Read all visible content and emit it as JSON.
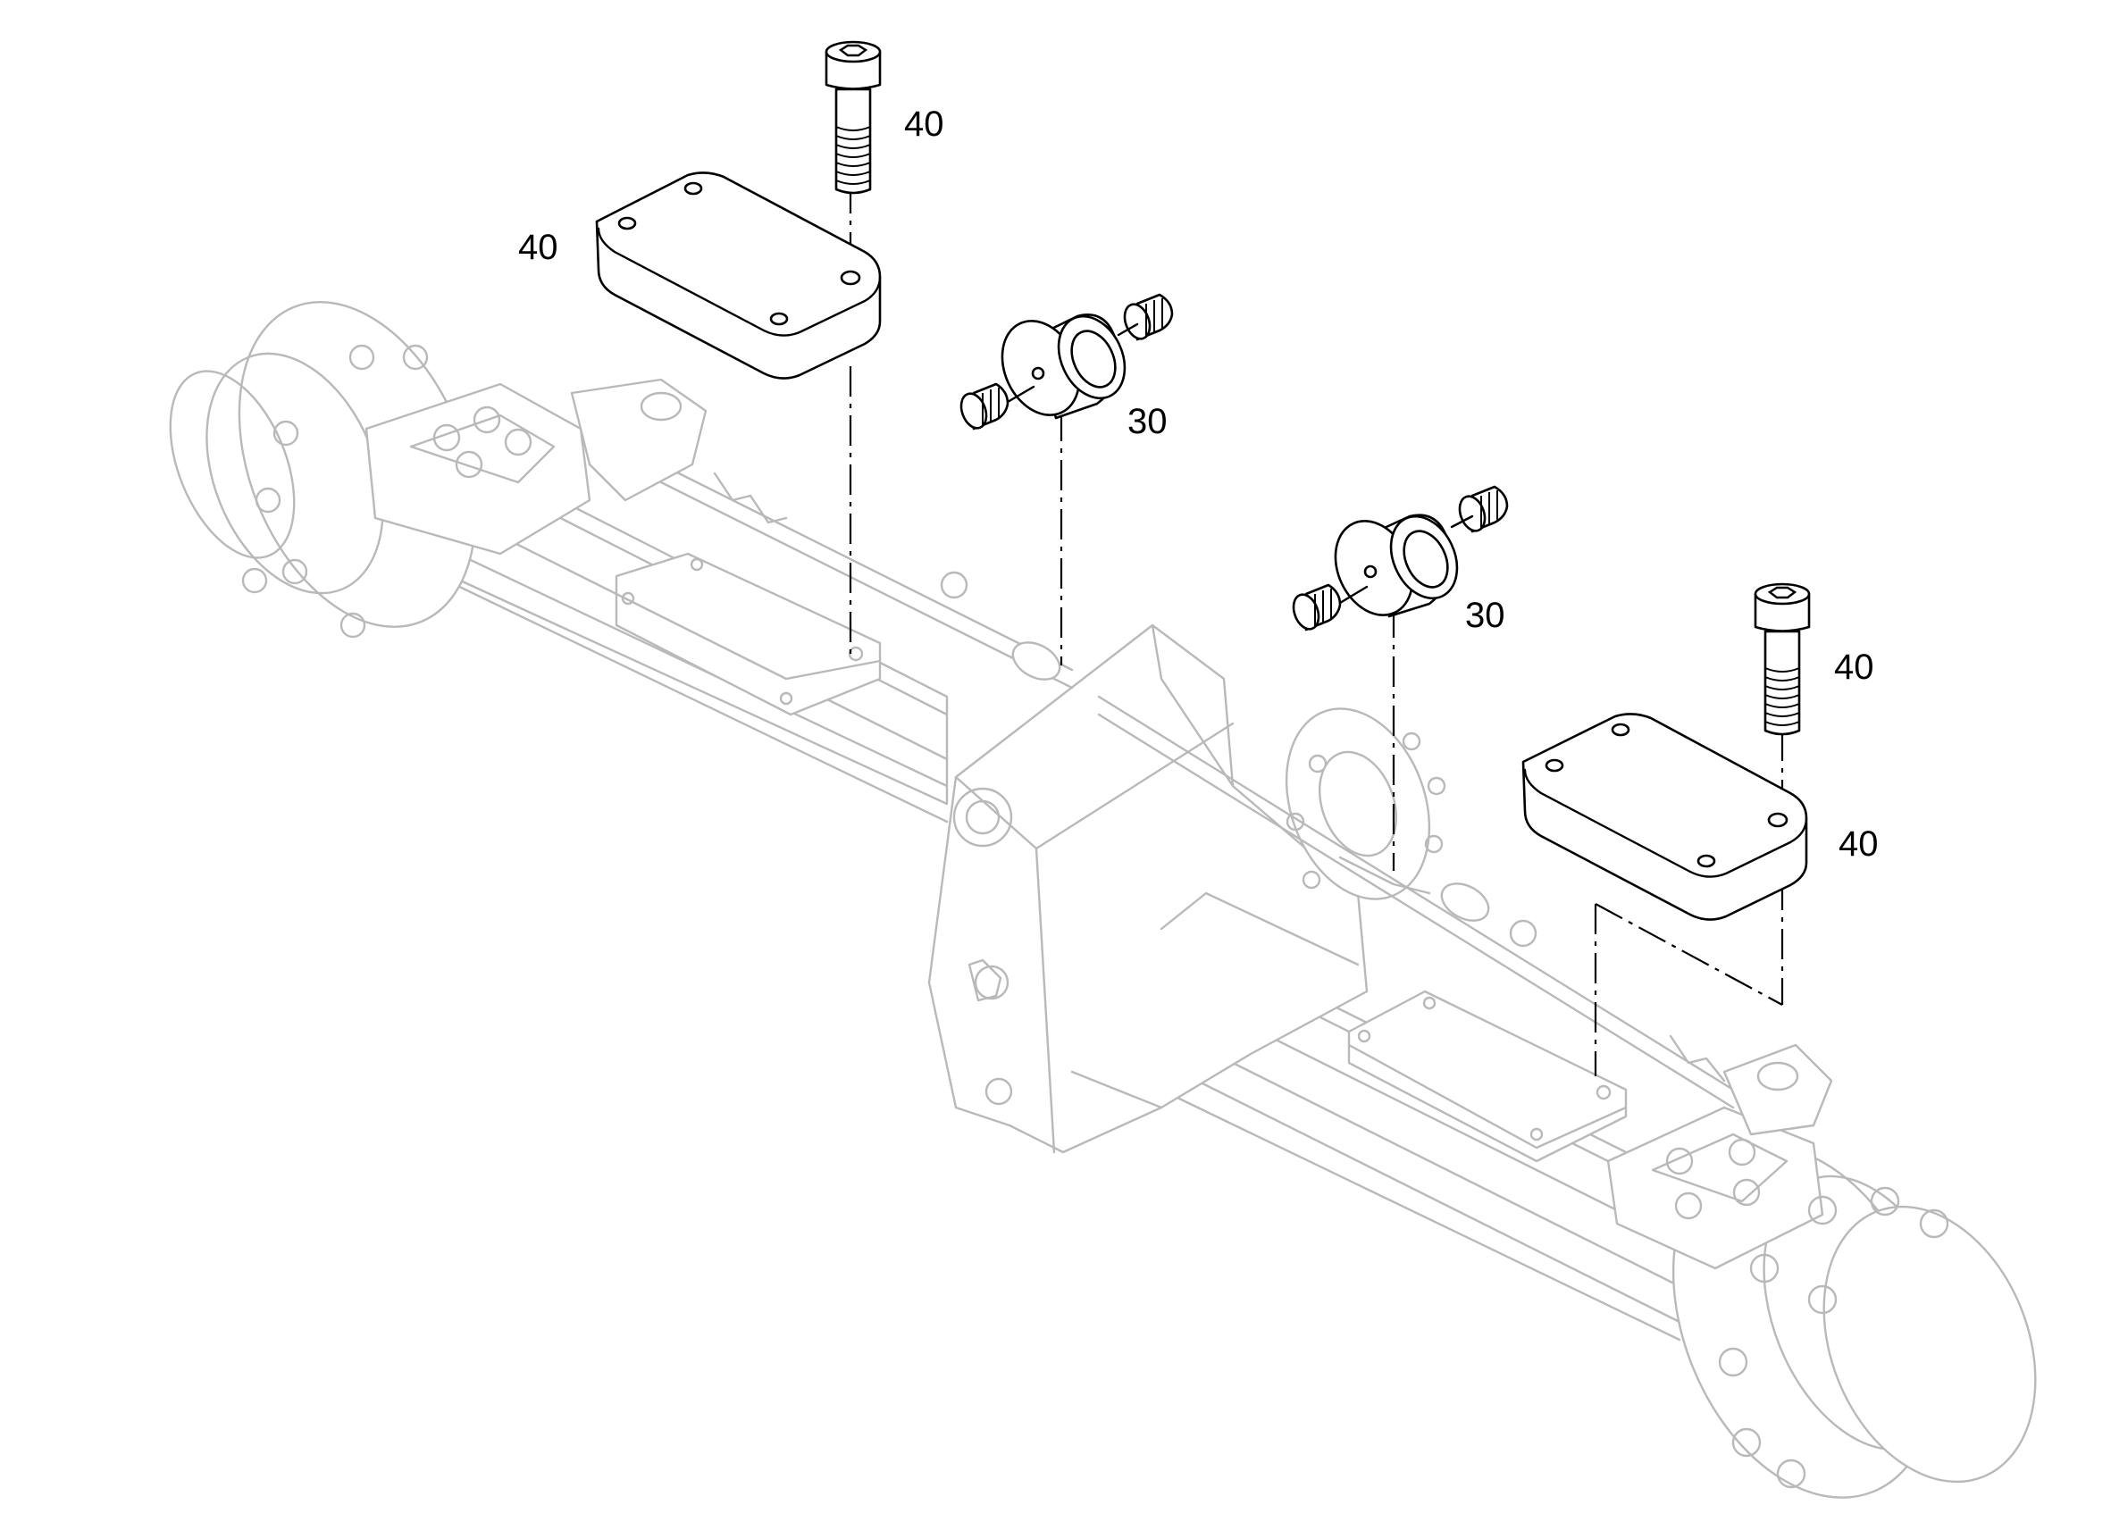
{
  "callouts": [
    {
      "id": "bolt-left",
      "label": "40"
    },
    {
      "id": "plate-left",
      "label": "40"
    },
    {
      "id": "bushing-left",
      "label": "30"
    },
    {
      "id": "bushing-right",
      "label": "30"
    },
    {
      "id": "bolt-right",
      "label": "40"
    },
    {
      "id": "plate-right",
      "label": "40"
    }
  ],
  "colors": {
    "part_outline": "#000000",
    "ghost_outline": "#b9b9b9",
    "background": "#ffffff"
  }
}
